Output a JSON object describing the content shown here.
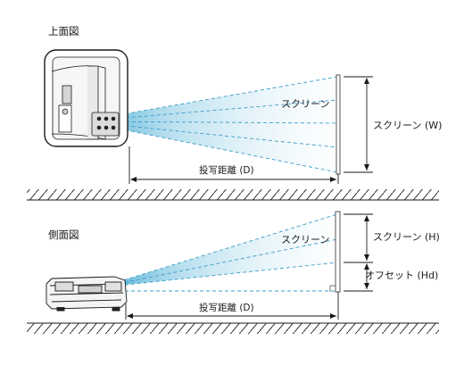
{
  "top_view": {
    "title": "上面図",
    "screen_label": "スクリーン",
    "width_label": "スクリーン (W)",
    "distance_label": "投写距離 (D)"
  },
  "side_view": {
    "title": "側面図",
    "screen_label": "スクリーン",
    "height_label": "スクリーン (H)",
    "offset_label": "オフセット (Hd)",
    "distance_label": "投写距離 (D)"
  },
  "colors": {
    "beam": "#9fd3e6",
    "guide_line": "#3a9cc9",
    "outline": "#1a1a1a",
    "screen": "#555555"
  }
}
